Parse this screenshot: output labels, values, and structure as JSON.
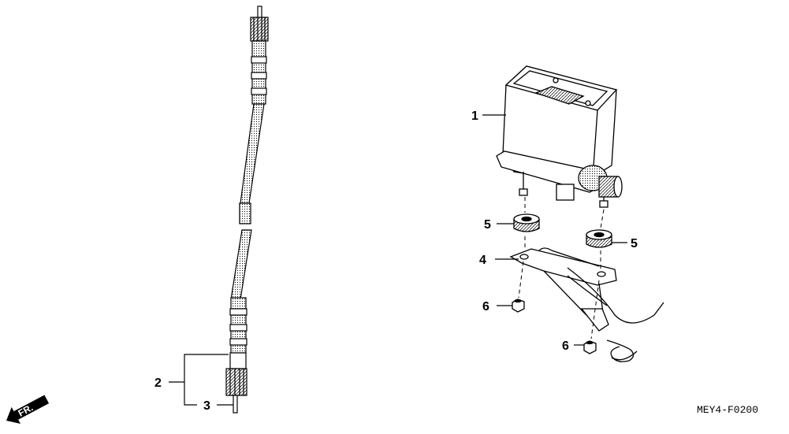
{
  "callouts": {
    "c1": "1",
    "c2": "2",
    "c3": "3",
    "c4": "4",
    "c5a": "5",
    "c5b": "5",
    "c6a": "6",
    "c6b": "6"
  },
  "direction_label": "FR.",
  "diagram_code": "MEY4-F0200",
  "colors": {
    "ink": "#000000",
    "paper": "#ffffff"
  }
}
